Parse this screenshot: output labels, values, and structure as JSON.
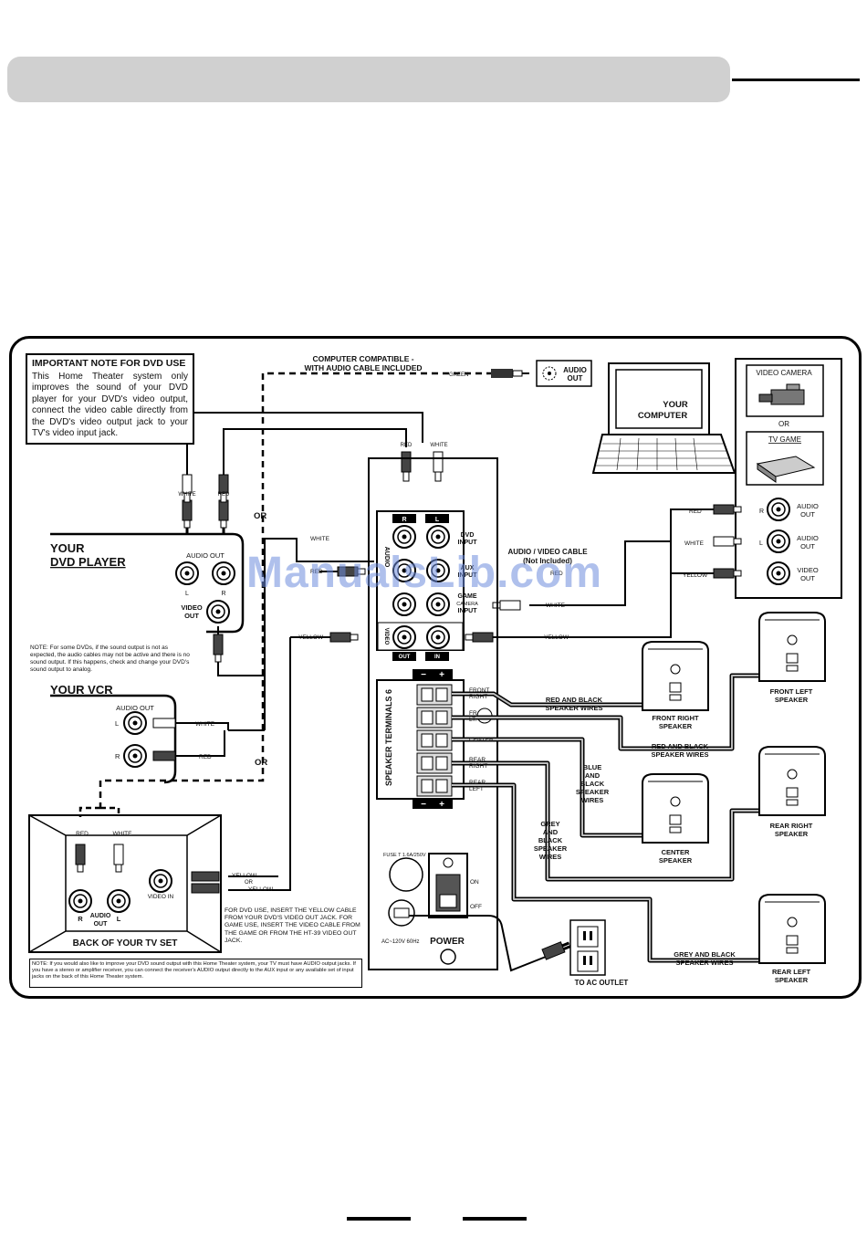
{
  "page": {
    "watermark": "ManualsLib.com"
  },
  "important_note": {
    "title": "IMPORTANT NOTE FOR DVD USE",
    "text": "This Home Theater system only improves the sound of your DVD player for your DVD's video output, connect the video cable directly from the DVD's video output jack to your TV's video input jack."
  },
  "computer": {
    "header": "COMPUTER COMPATIBLE -",
    "header2": "WITH AUDIO CABLE INCLUDED",
    "green": "GREEN",
    "audio_out": "AUDIO",
    "audio_out2": "OUT",
    "label": "YOUR",
    "label2": "COMPUTER"
  },
  "game_panel": {
    "video_camera": "VIDEO CAMERA",
    "or": "OR",
    "tv_game": "TV GAME",
    "audio_out_r": "AUDIO",
    "out_r": "OUT",
    "audio_out_l": "AUDIO",
    "out_l": "OUT",
    "video_out": "VIDEO",
    "video_out2": "OUT",
    "red": "RED",
    "white": "WHITE",
    "yellow": "YELLOW",
    "r": "R",
    "l": "L"
  },
  "dvd_player": {
    "white": "WHITE",
    "red": "RED",
    "label": "YOUR",
    "label2": "DVD PLAYER",
    "audio_out": "AUDIO OUT",
    "l": "L",
    "r": "R",
    "video_out": "VIDEO",
    "video_out2": "OUT",
    "or": "OR",
    "note": "NOTE: For some DVDs, if the sound output is not as expected, the audio cables may not be active and there is no sound output. If this happens, check and change your DVD's sound output to analog."
  },
  "vcr": {
    "label": "YOUR VCR",
    "audio_out": "AUDIO OUT",
    "l": "L",
    "r": "R",
    "white": "WHITE",
    "red": "RED",
    "or": "OR"
  },
  "tv": {
    "red": "RED",
    "white": "WHITE",
    "r": "R",
    "l": "L",
    "audio_out": "AUDIO",
    "audio_out2": "OUT",
    "video_in": "VIDEO IN",
    "yellow": "YELLOW",
    "or": "OR",
    "yellow2": "YELLOW",
    "label": "BACK OF YOUR TV SET",
    "dvd_note": "FOR DVD USE, INSERT THE YELLOW CABLE FROM YOUR DVD'S VIDEO OUT JACK. FOR GAME USE, INSERT THE VIDEO CABLE FROM THE GAME OR FROM THE HT-39 VIDEO OUT JACK.",
    "bottom_note": "NOTE: If you would also like to improve your DVD sound output with this Home Theater system, your TV must have AUDIO output jacks. If you have a stereo or amplifier receiver, you can connect the receiver's AUDIO output directly to the AUX input or any available set of input jacks on the back of this Home Theater system."
  },
  "receiver": {
    "top_red": "RED",
    "top_white": "WHITE",
    "r": "R",
    "l": "L",
    "dvd_input": "DVD",
    "dvd_input2": "INPUT",
    "aux_input": "AUX",
    "aux_input2": "INPUT",
    "game_input": "GAME",
    "game_input2": "CAMERA",
    "game_input3": "INPUT",
    "white_left": "WHITE",
    "red_left": "RED",
    "yellow_left": "YELLOW",
    "cable_label": "AUDIO / VIDEO CABLE",
    "cable_label2": "(Not Included)",
    "red_right": "RED",
    "white_right": "WHITE",
    "yellow_right": "YELLOW",
    "out": "OUT",
    "in": "IN",
    "audio_vertical": "AUDIO",
    "video_vertical": "VIDEO",
    "speaker_terminals": "SPEAKER TERMINALS 6",
    "minus": "−",
    "plus": "+",
    "front_right": "FRONT",
    "front_right2": "RIGHT",
    "front_left": "FR",
    "front_left2": "LT.",
    "center": "CENTER",
    "rear_right": "REAR",
    "rear_right2": "RIGHT",
    "rear_left": "REAR",
    "rear_left2": "LEFT",
    "fuse": "FUSE T 1.6A/250V",
    "on": "ON",
    "off": "OFF",
    "ac": "AC~120V 60Hz",
    "power": "POWER"
  },
  "speakers": {
    "wire_front_right": "RED AND BLACK",
    "wire_front_right2": "SPEAKER WIRES",
    "front_right": "FRONT RIGHT",
    "front_right2": "SPEAKER",
    "front_left": "FRONT LEFT",
    "front_left2": "SPEAKER",
    "wire_front_left": "RED AND BLACK",
    "wire_front_left2": "SPEAKER WIRES",
    "wire_center": "BLUE",
    "wire_center2": "AND",
    "wire_center3": "BLACK",
    "wire_center4": "SPEAKER",
    "wire_center5": "WIRES",
    "center": "CENTER",
    "center2": "SPEAKER",
    "rear_right": "REAR RIGHT",
    "rear_right2": "SPEAKER",
    "wire_rear_right": "GREY",
    "wire_rear_right2": "AND",
    "wire_rear_right3": "BLACK",
    "wire_rear_right4": "SPEAKER",
    "wire_rear_right5": "WIRES",
    "wire_rear_left": "GREY AND BLACK",
    "wire_rear_left2": "SPEAKER WIRES",
    "rear_left": "REAR LEFT",
    "rear_left2": "SPEAKER",
    "ac_outlet": "TO AC OUTLET"
  }
}
